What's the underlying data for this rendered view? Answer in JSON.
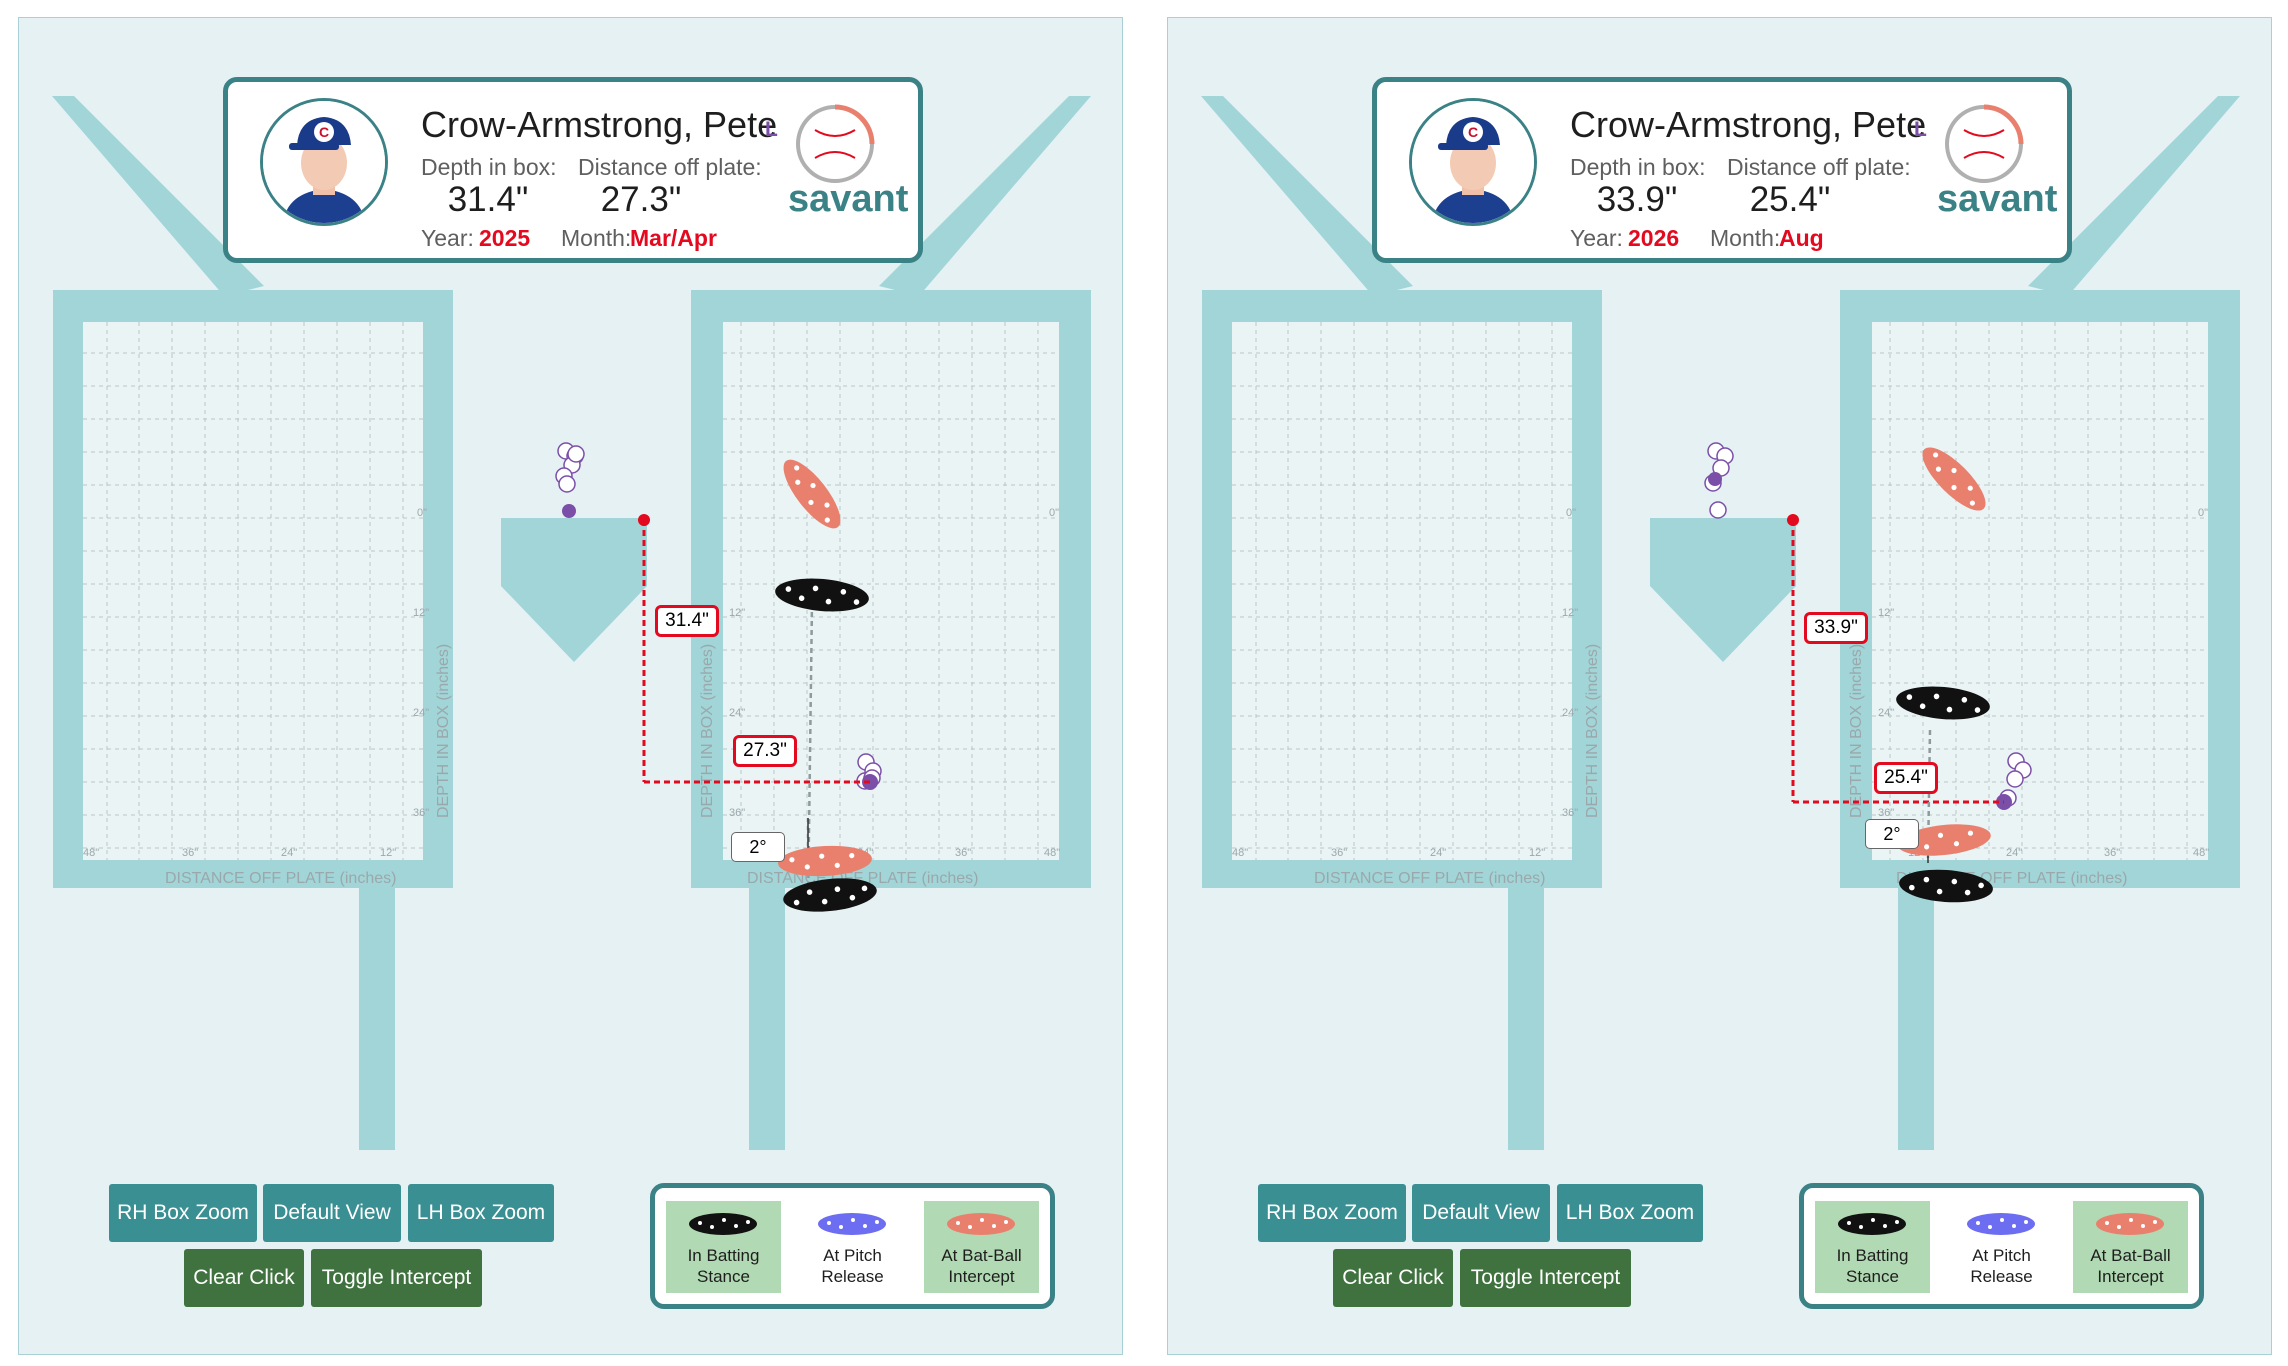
{
  "panels": [
    {
      "player": {
        "name": "Crow-Armstrong, Pete",
        "hand": "L",
        "team_logo": "C"
      },
      "depth_label": "Depth in box:",
      "depth_value": "31.4\"",
      "distance_label": "Distance off plate:",
      "distance_value": "27.3\"",
      "year_label": "Year:",
      "year_value": "2025",
      "month_label": "Month:",
      "month_value": "Mar/Apr",
      "measure_depth": "31.4\"",
      "measure_distance": "27.3\"",
      "angle": "2°",
      "brand": "savant"
    },
    {
      "player": {
        "name": "Crow-Armstrong, Pete",
        "hand": "L",
        "team_logo": "C"
      },
      "depth_label": "Depth in box:",
      "depth_value": "33.9\"",
      "distance_label": "Distance off plate:",
      "distance_value": "25.4\"",
      "year_label": "Year:",
      "year_value": "2026",
      "month_label": "Month:",
      "month_value": "Aug",
      "measure_depth": "33.9\"",
      "measure_distance": "25.4\"",
      "angle": "2°",
      "brand": "savant"
    }
  ],
  "axis": {
    "depth_title": "DEPTH IN BOX (inches)",
    "distance_title": "DISTANCE OFF PLATE (inches)",
    "depth_ticks": [
      "0\"",
      "12\"",
      "24\"",
      "36\""
    ],
    "distance_ticks_rh": [
      "48\"",
      "36\"",
      "24\"",
      "12\""
    ],
    "distance_ticks_lh": [
      "12\"",
      "24\"",
      "36\"",
      "48\""
    ]
  },
  "buttons": {
    "rh_box_zoom": "RH Box Zoom",
    "default_view": "Default View",
    "lh_box_zoom": "LH Box Zoom",
    "clear_click": "Clear Click",
    "toggle_intercept": "Toggle Intercept"
  },
  "legend": {
    "batting_stance": "In Batting Stance",
    "pitch_release": "At Pitch Release",
    "bat_ball_intercept": "At Bat-Ball Intercept"
  },
  "colors": {
    "field": "#a2d5d8",
    "panel_bg": "#e5f1f3",
    "accent": "#3b8286",
    "button_teal": "#3a8f93",
    "button_green": "#40723f",
    "measure_red": "#e3091e",
    "pitch_purple": "#7b4fa8",
    "intercept_salmon": "#e9806e",
    "stance_black": "#111111"
  }
}
